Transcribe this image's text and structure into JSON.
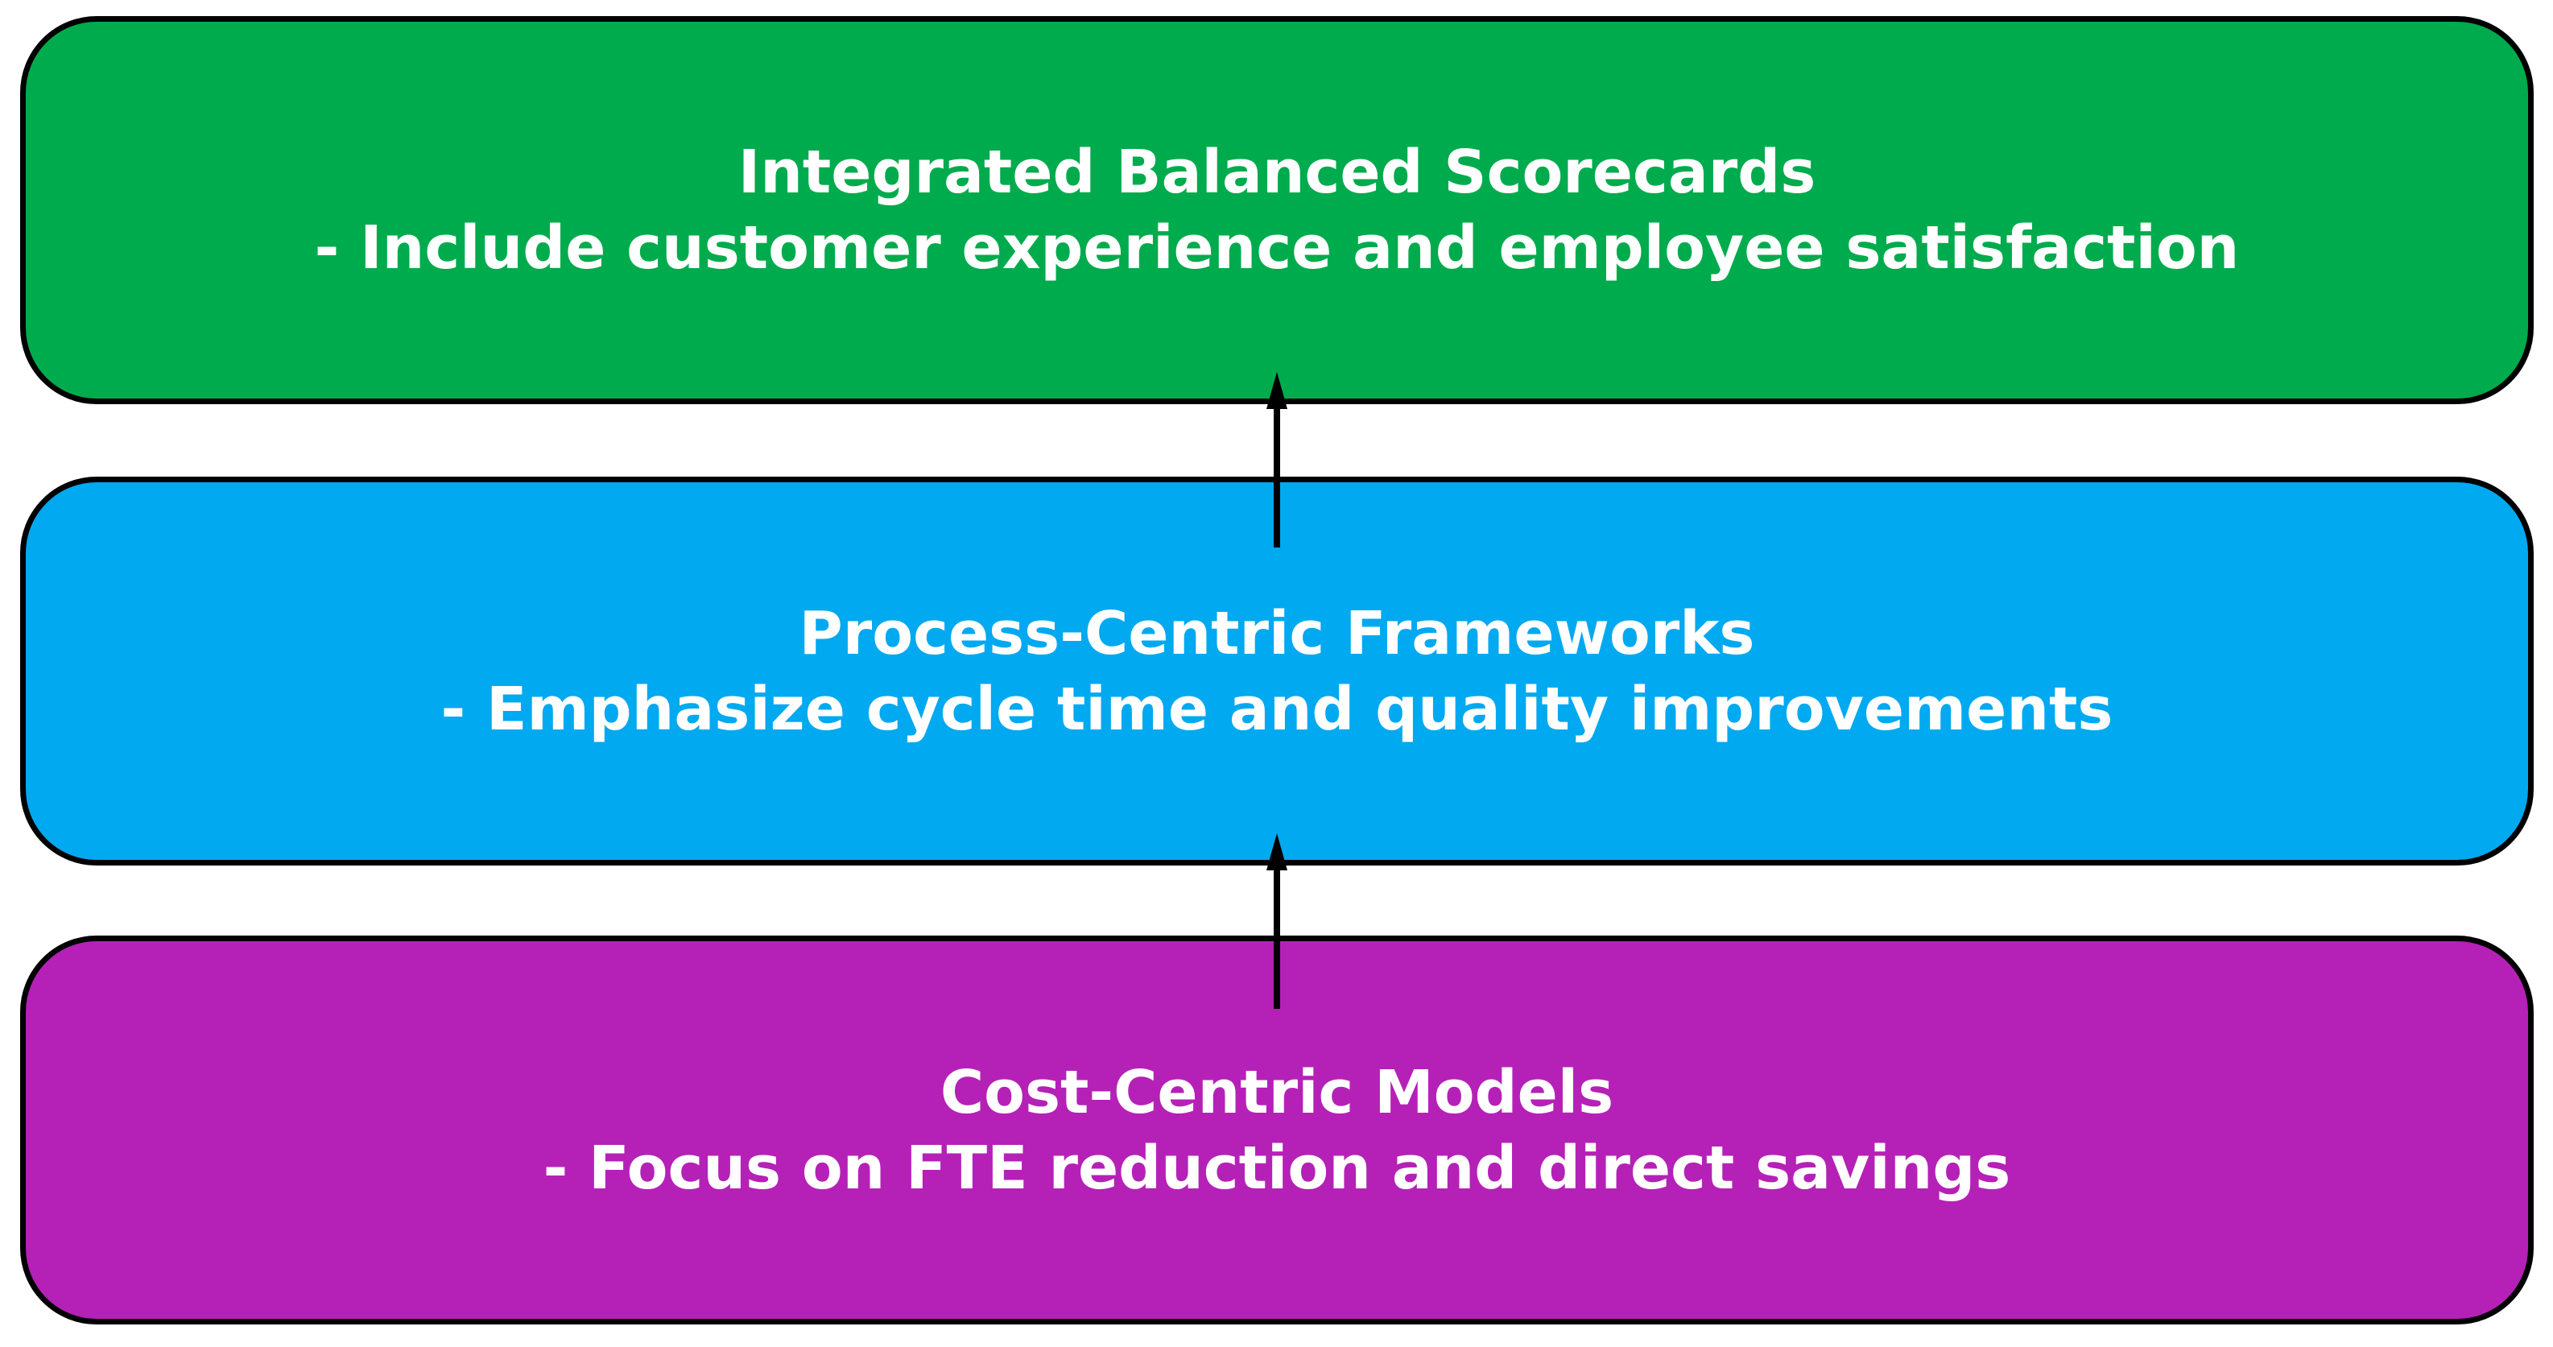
{
  "diagram": {
    "background_color": "#ffffff",
    "outline_color": "#000000",
    "arrow_color": "#000000",
    "text_color": "#ffffff",
    "flow_direction": "bottom-to-top",
    "boxes": [
      {
        "position": "top",
        "fill": "#00AB4D",
        "title": "Integrated Balanced Scorecards",
        "subtitle": "- Include customer experience and employee satisfaction"
      },
      {
        "position": "middle",
        "fill": "#00A9F0",
        "title": "Process-Centric Frameworks",
        "subtitle": "- Emphasize cycle time and quality improvements"
      },
      {
        "position": "bottom",
        "fill": "#B521B7",
        "title": "Cost-Centric Models",
        "subtitle": "- Focus on FTE reduction and direct savings"
      }
    ]
  }
}
